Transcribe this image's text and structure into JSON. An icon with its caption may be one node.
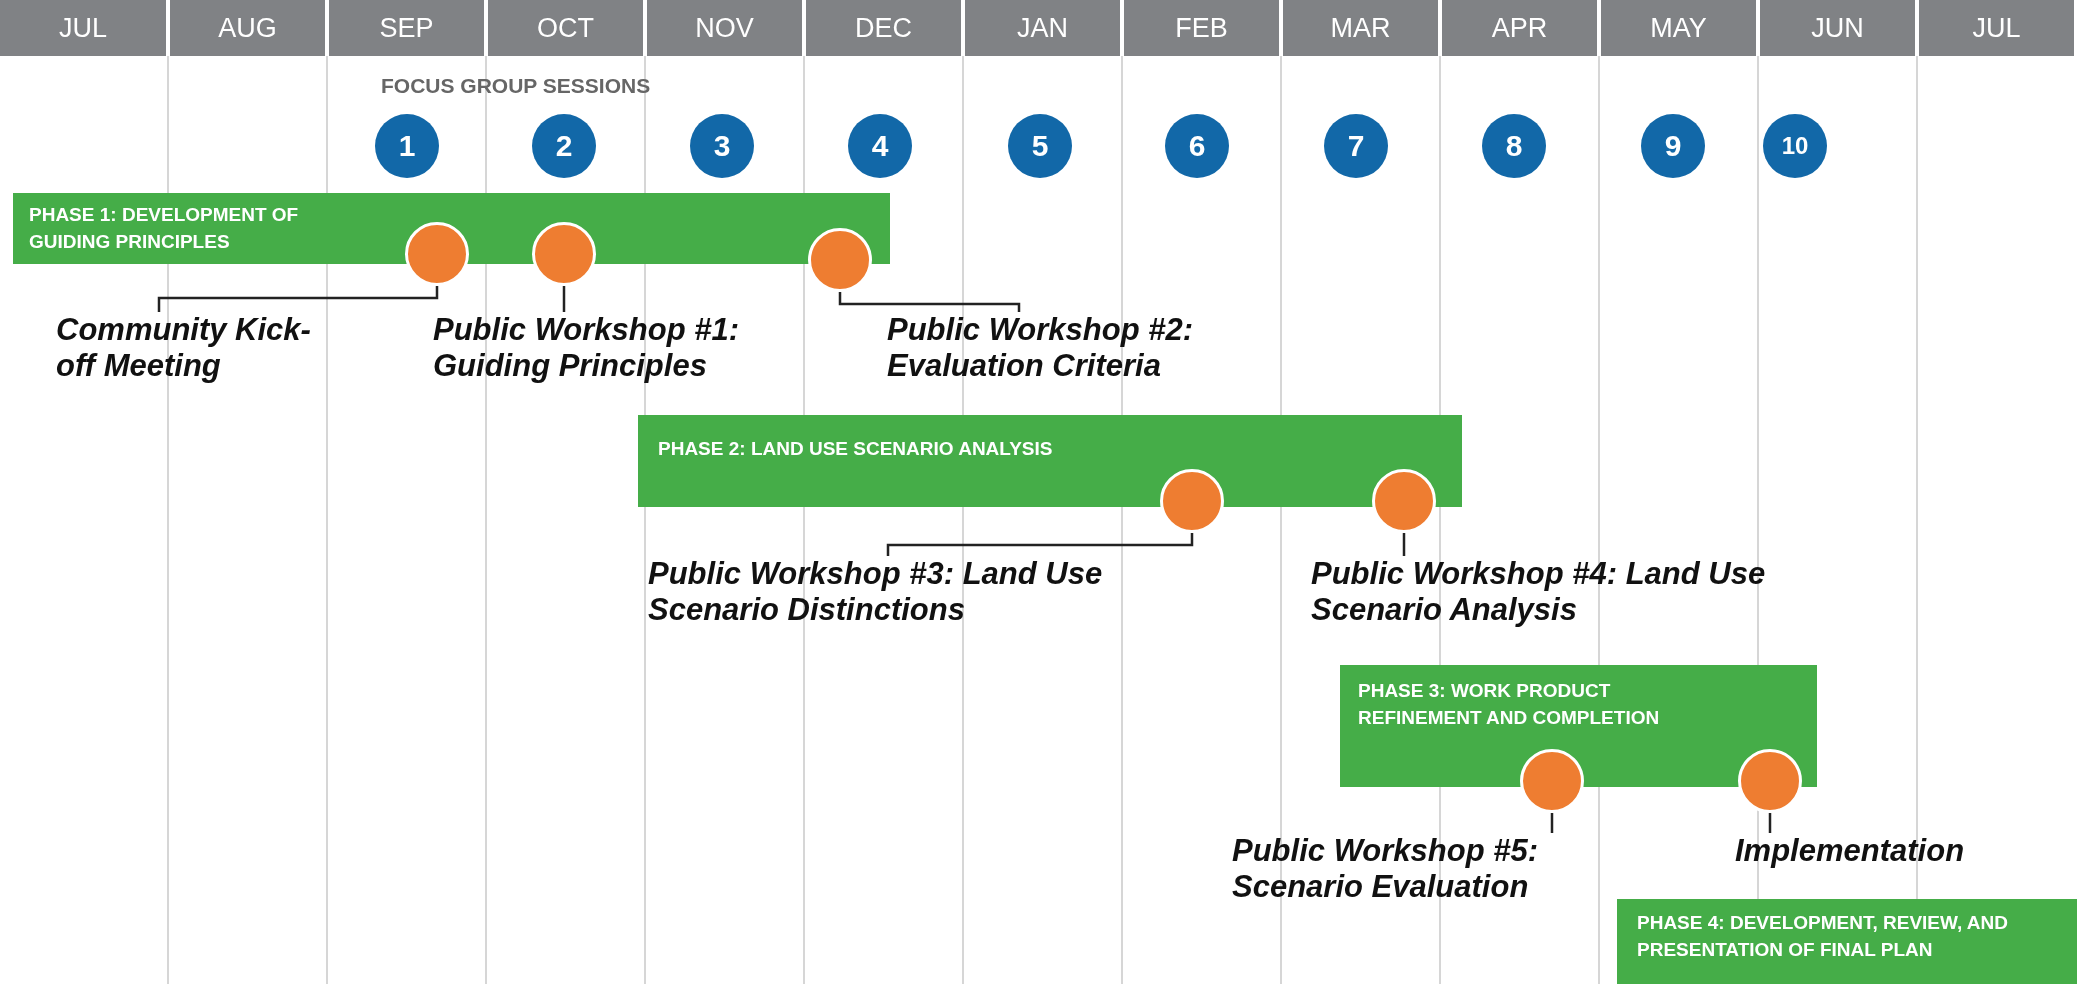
{
  "diagram": {
    "nodes": [
      {
        "text": [
          "1"
        ]
      },
      {
        "text": [
          "2"
        ]
      },
      {
        "text": [
          "3"
        ]
      },
      {
        "text": [
          "4"
        ]
      },
      {
        "text": [
          "5"
        ]
      },
      {
        "text": [
          "6"
        ]
      },
      {
        "text": [
          "7"
        ]
      },
      {
        "text": [
          "8"
        ]
      },
      {
        "text": [
          "9"
        ]
      },
      {
        "text": [
          "10"
        ]
      },
      {
        "text": [
          "PHASE 1: DEVELOPMENT OF GUIDING PRINCIPLES"
        ]
      },
      {
        "text": [],
        "shape": "circle"
      },
      {
        "text": [],
        "shape": "circle"
      },
      {
        "text": [],
        "shape": "circle"
      },
      {
        "text": [
          "Community Kick-off Meeting"
        ]
      },
      {
        "text": [
          "Public Workshop #1: Guiding Principles"
        ]
      },
      {
        "text": [
          "Public Workshop #2: Evaluation Criteria"
        ]
      },
      {
        "text": [
          "PHASE 2: LAND USE SCENARIO ANALYSIS"
        ]
      },
      {
        "text": [],
        "shape": "circle"
      },
      {
        "text": [],
        "shape": "circle"
      },
      {
        "text": [
          "Public Workshop #3: Land Use Scenario Distinctions"
        ]
      },
      {
        "text": [
          "Public Workshop #4: Land Use Scenario Analysis"
        ]
      },
      {
        "text": [
          "PHASE 3: WORK PRODUCT REFINEMENT AND COMPLETION"
        ]
      },
      {
        "text": [],
        "shape": "circle"
      },
      {
        "text": [],
        "shape": "circle"
      },
      {
        "text": [
          "Public Workshop #5: Scenario Evaluation"
        ]
      },
      {
        "text": [
          "Implementation"
        ]
      },
      {
        "text": [
          "PHASE 4: DEVELOPMENT, REVIEW, AND PRESENTATION OF FINAL PLAN"
        ]
      }
    ],
    "edges": [
      {
        "from": 11,
        "to": 14,
        "arrow": "none"
      },
      {
        "from": 12,
        "to": 15,
        "arrow": "none"
      },
      {
        "from": 13,
        "to": 16,
        "arrow": "none"
      },
      {
        "from": 18,
        "to": 20,
        "arrow": "none"
      },
      {
        "from": 19,
        "to": 21,
        "arrow": "none"
      },
      {
        "from": 23,
        "to": 25,
        "arrow": "none"
      },
      {
        "from": 24,
        "to": 26,
        "arrow": "none"
      }
    ],
    "labels": [
      "JUL",
      "AUG",
      "SEP",
      "OCT",
      "NOV",
      "DEC",
      "JAN",
      "FEB",
      "MAR",
      "APR",
      "MAY",
      "JUN",
      "JUL",
      "FOCUS GROUP SESSIONS"
    ]
  }
}
